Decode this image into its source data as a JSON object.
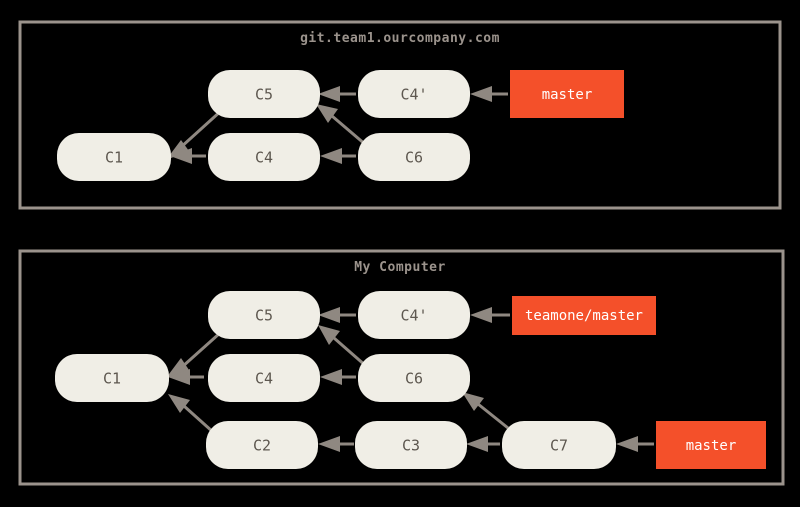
{
  "figure": {
    "background_color": "#000000",
    "frame_color": "#9b938c",
    "commit_fill": "#f0eee6",
    "commit_text_color": "#5d574f",
    "ref_fill": "#f4502a",
    "ref_text_color": "#ffffff",
    "edge_color": "#8f8881"
  },
  "panels": [
    {
      "id": "remote-panel",
      "title": "git.team1.ourcompany.com",
      "commits": [
        {
          "id": "c1",
          "label": "C1"
        },
        {
          "id": "c5",
          "label": "C5"
        },
        {
          "id": "c4p",
          "label": "C4'"
        },
        {
          "id": "c4",
          "label": "C4"
        },
        {
          "id": "c6",
          "label": "C6"
        }
      ],
      "refs": [
        {
          "id": "master",
          "label": "master"
        }
      ]
    },
    {
      "id": "local-panel",
      "title": "My Computer",
      "commits": [
        {
          "id": "c1",
          "label": "C1"
        },
        {
          "id": "c5",
          "label": "C5"
        },
        {
          "id": "c4p",
          "label": "C4'"
        },
        {
          "id": "c4",
          "label": "C4"
        },
        {
          "id": "c6",
          "label": "C6"
        },
        {
          "id": "c2",
          "label": "C2"
        },
        {
          "id": "c3",
          "label": "C3"
        },
        {
          "id": "c7",
          "label": "C7"
        }
      ],
      "refs": [
        {
          "id": "teamone-master",
          "label": "teamone/master"
        },
        {
          "id": "master",
          "label": "master"
        }
      ]
    }
  ]
}
